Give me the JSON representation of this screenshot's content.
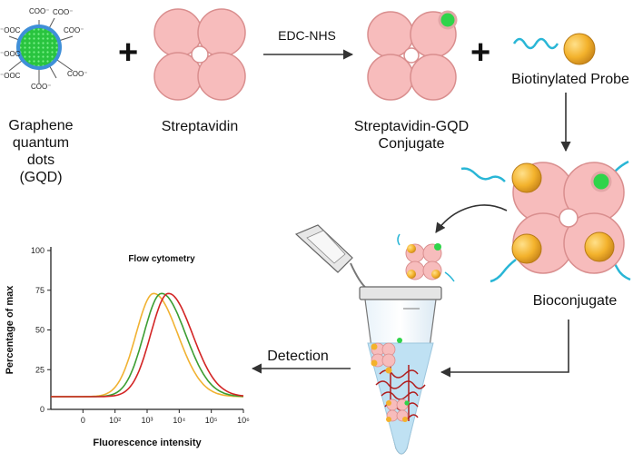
{
  "gqd": {
    "label_line1": "Graphene",
    "label_line2": "quantum dots",
    "label_line3": "(GQD)",
    "carboxyl_labels": [
      "COO⁻",
      "COO⁻",
      "COO⁻",
      "COO⁻",
      "⁻OOC",
      "⁻OOC",
      "⁻OOC",
      "COO⁻"
    ]
  },
  "streptavidin": {
    "label": "Streptavidin"
  },
  "reaction": {
    "reagent_label": "EDC-NHS"
  },
  "conjugate": {
    "label_line1": "Streptavidin-GQD",
    "label_line2": "Conjugate"
  },
  "probe": {
    "label": "Biotinylated Probe"
  },
  "bioconjugate": {
    "label": "Bioconjugate"
  },
  "detection": {
    "label": "Detection"
  },
  "plus_symbol": "+",
  "colors": {
    "protein_fill": "#f7bcbc",
    "protein_stroke": "#d98e8e",
    "gqd_green": "#2fd44a",
    "gqd_ring": "#3f8fd8",
    "gold": "#f3b22c",
    "tether": "#29b6d6",
    "arrow": "#333333",
    "tube_liquid": "#bfe1f3",
    "dna": "#b01d1d"
  },
  "chart_data": {
    "type": "line",
    "title": "Flow cytometry",
    "xlabel": "Fluorescence intensity",
    "ylabel": "Percentage of max",
    "x_scale": "log",
    "xlim": [
      1,
      1000000
    ],
    "ylim": [
      0,
      100
    ],
    "x_ticks": [
      "0",
      "10²",
      "10³",
      "10⁴",
      "10⁵",
      "10⁶"
    ],
    "y_ticks": [
      "0",
      "25",
      "50",
      "75",
      "100"
    ],
    "series": [
      {
        "color": "#f1b232",
        "peak_x": 1600,
        "peak_y": 73
      },
      {
        "color": "#3c9e33",
        "peak_x": 2800,
        "peak_y": 73
      },
      {
        "color": "#d32424",
        "peak_x": 4600,
        "peak_y": 73
      }
    ]
  }
}
